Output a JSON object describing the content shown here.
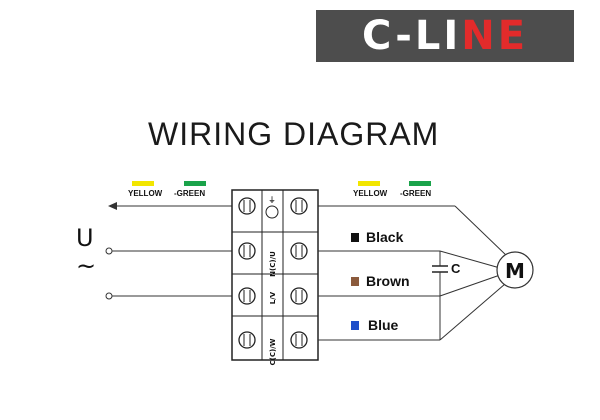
{
  "logo": {
    "text_main": "C-LI",
    "text_accent": "NE"
  },
  "diagram": {
    "title": "WIRING DIAGRAM",
    "ground_left": {
      "yellow_label": "YELLOW",
      "green_label": "-GREEN"
    },
    "ground_right": {
      "yellow_label": "YELLOW",
      "green_label": "-GREEN"
    },
    "supply": {
      "voltage": "U",
      "ac_symbol": "~"
    },
    "terminals": [
      {
        "marking": "⏚"
      },
      {
        "marking": "N(C)/U"
      },
      {
        "marking": "L/V"
      },
      {
        "marking": "C(C)/W"
      }
    ],
    "wires": [
      {
        "label": "Black",
        "color": "#111111"
      },
      {
        "label": "Brown",
        "color": "#8b5a3c"
      },
      {
        "label": "Blue",
        "color": "#1f4fc9"
      }
    ],
    "capacitor_label": "C",
    "motor_label": "M",
    "colors": {
      "yellow": "#f2e600",
      "green": "#1aa34a",
      "logo_bg": "#4d4d4d",
      "logo_accent": "#e22b2b"
    }
  }
}
